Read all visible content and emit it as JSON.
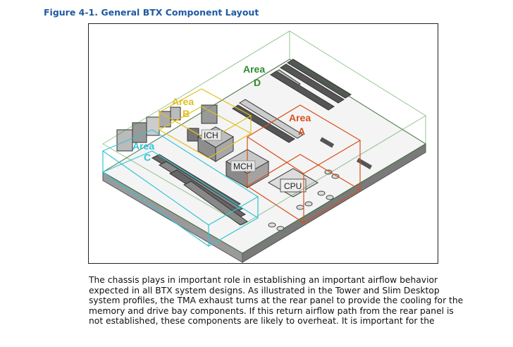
{
  "figure": {
    "caption": "Figure 4-1. General BTX Component Layout",
    "labels": {
      "area_d": [
        "Area",
        "D"
      ],
      "area_b": [
        "Area",
        "B"
      ],
      "area_a": [
        "Area",
        "A"
      ],
      "area_c": [
        "Area",
        "C"
      ],
      "ich": "ICH",
      "mch": "MCH",
      "cpu": "CPU"
    },
    "colors": {
      "area_d": "#2e8b2e",
      "area_b": "#e0c020",
      "area_a": "#d9501a",
      "area_c": "#33c4d6",
      "board_edge": "#555555"
    }
  },
  "body": {
    "lines": [
      "The chassis plays in important role in establishing an important airflow behavior",
      "expected in all BTX system designs. As illustrated in the Tower and Slim Desktop",
      "system profiles, the TMA exhaust turns at the rear panel to provide the cooling for the",
      "memory and drive bay components. If this return airflow path from the rear panel is",
      "not established, these components are likely to overheat. It is important for the"
    ]
  }
}
